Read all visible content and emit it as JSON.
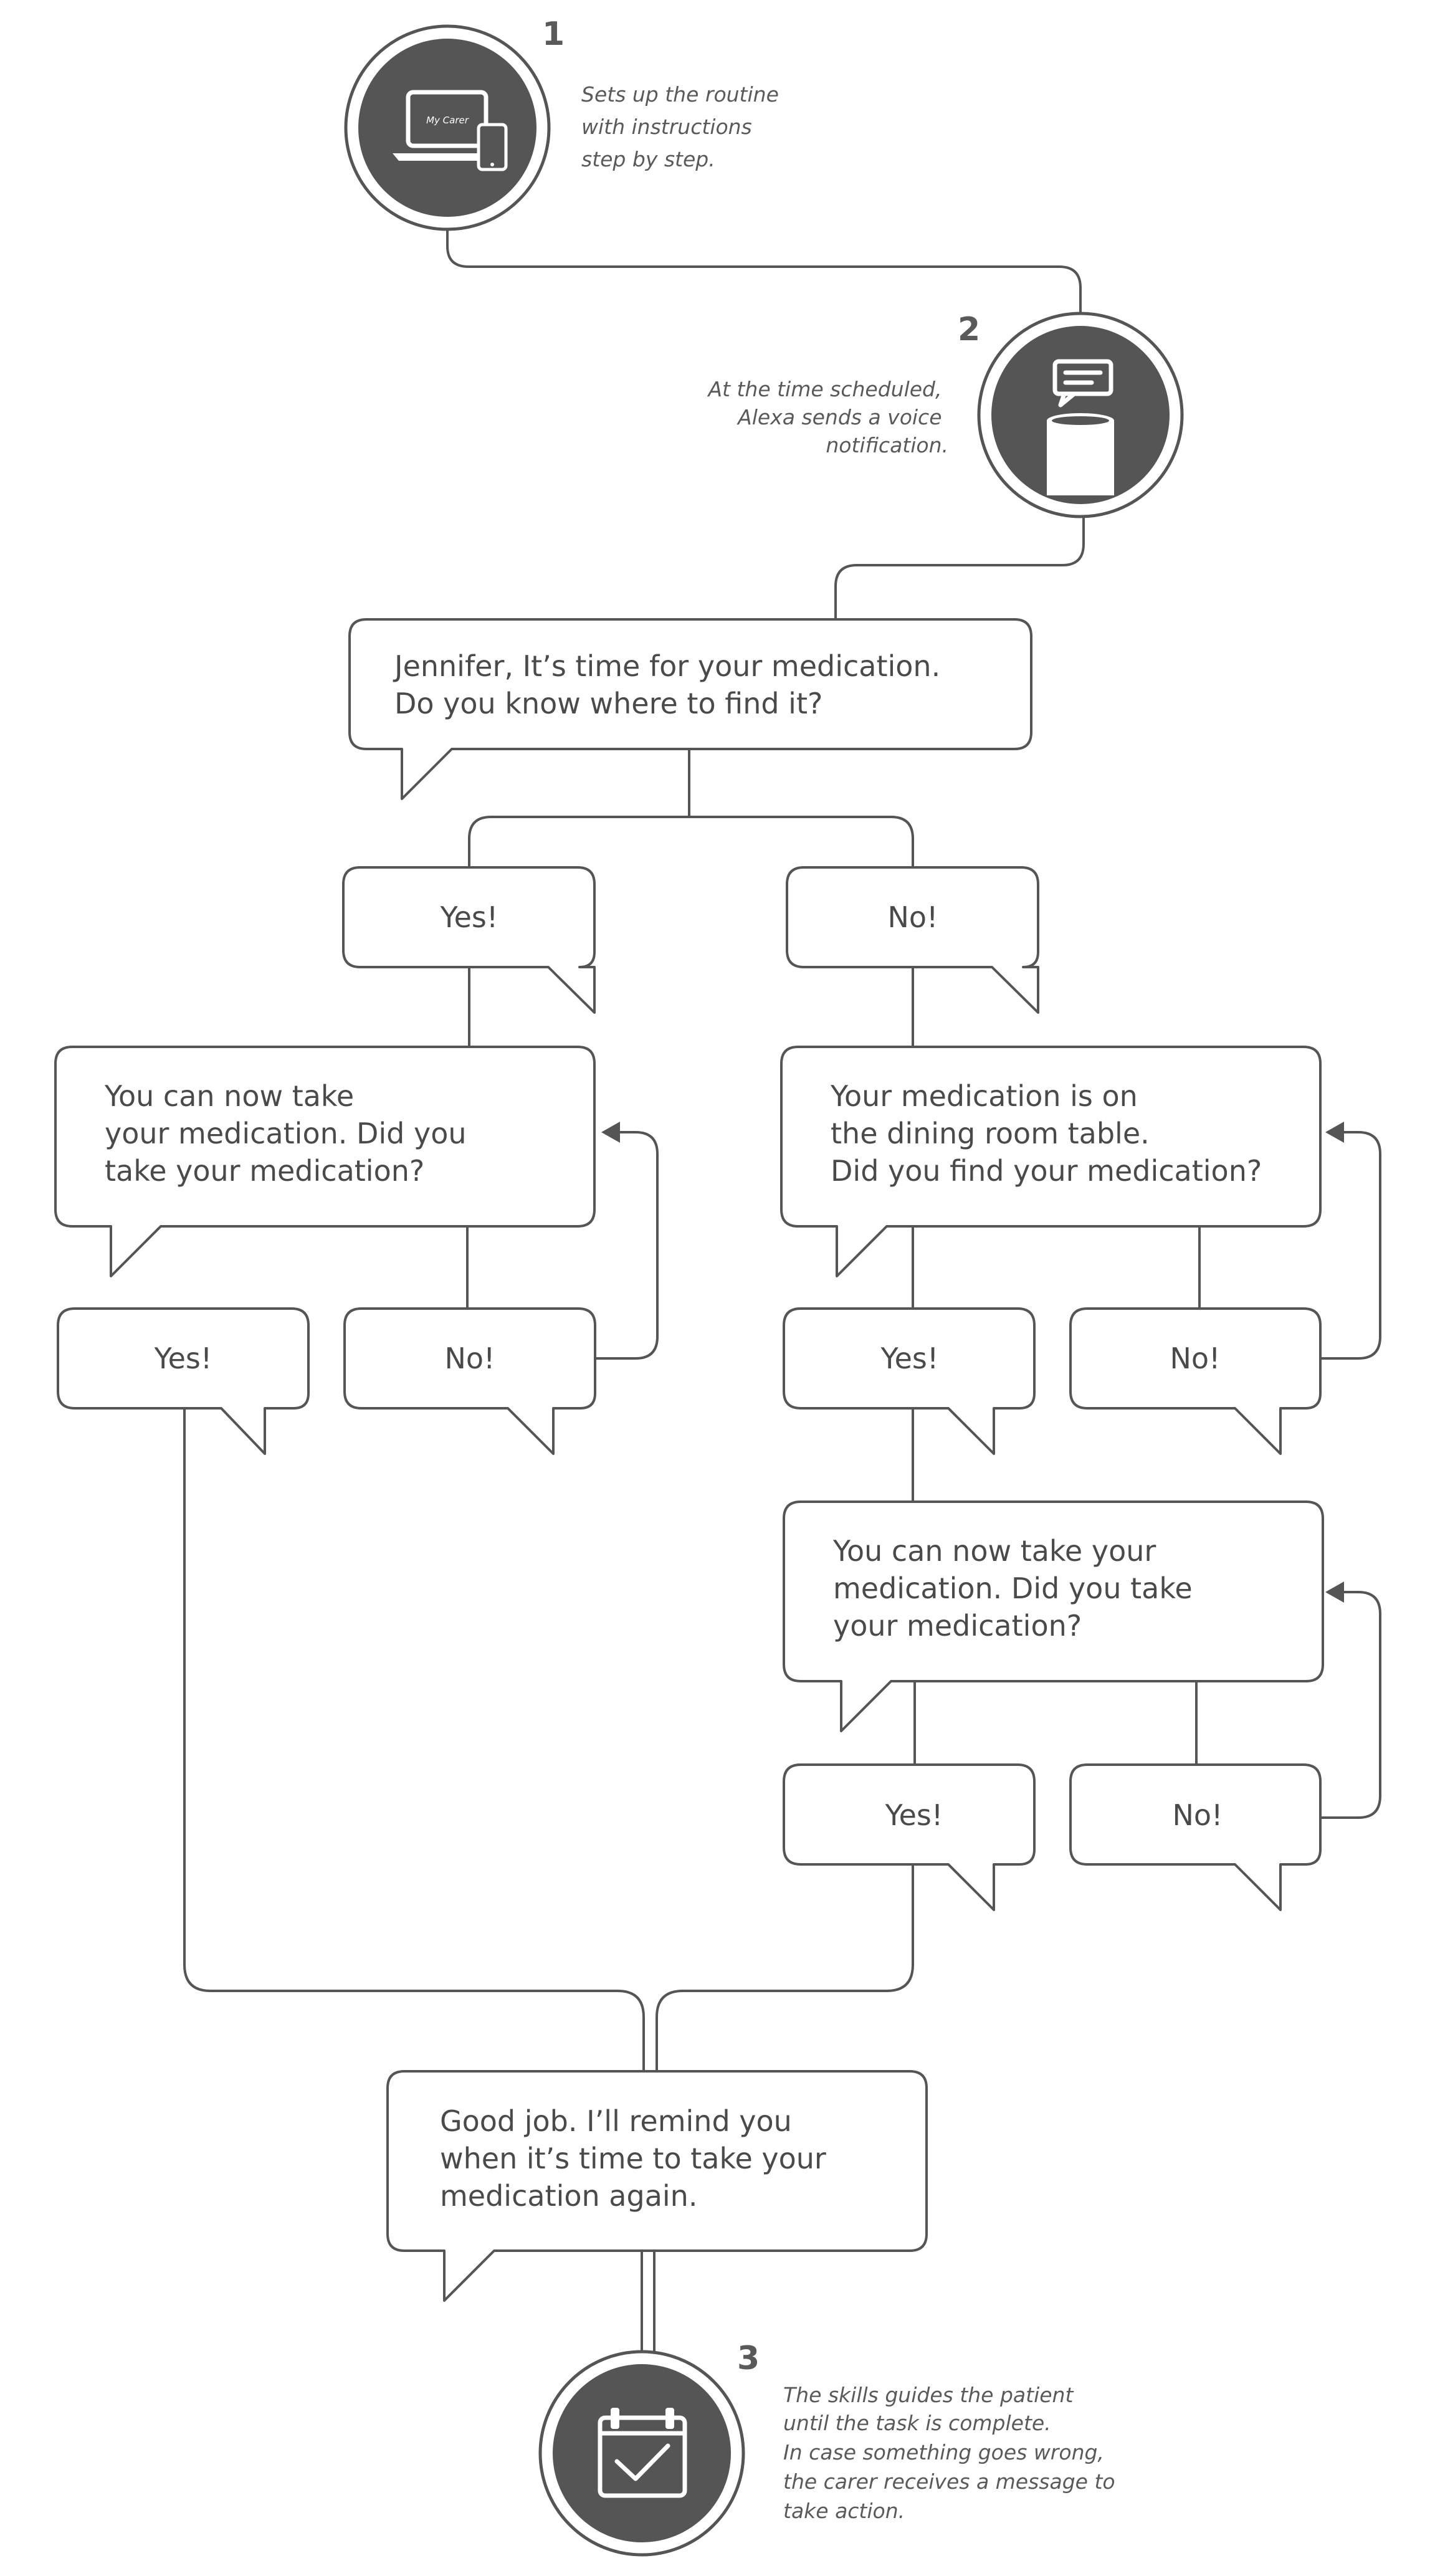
{
  "steps": [
    {
      "number": "1",
      "note": [
        "Sets up the routine",
        "with instructions",
        "step by step."
      ],
      "icon": "devices-icon",
      "screen_brand": "My Carer"
    },
    {
      "number": "2",
      "note": [
        "At the time scheduled,",
        "Alexa sends a voice",
        "notification."
      ],
      "icon": "smart-speaker-icon"
    },
    {
      "number": "3",
      "note": [
        "The skills guides the patient",
        "until the task is complete.",
        "In case something goes wrong,",
        "the carer receives a message to",
        "take action."
      ],
      "icon": "calendar-check-icon"
    }
  ],
  "bubbles": {
    "prompt": [
      "Jennifer,  It’s time for your medication.",
      "Do you know where to find it?"
    ],
    "yes_1": "Yes!",
    "no_1": "No!",
    "left_question": [
      "You can now take",
      "your medication. Did you",
      "take your medication?"
    ],
    "left_yes": "Yes!",
    "left_no": "No!",
    "right_question": [
      "Your medication is on",
      "the dining room table.",
      "Did you find your medication?"
    ],
    "right_yes": "Yes!",
    "right_no": "No!",
    "right_question_2": [
      "You can now take your",
      "medication. Did you take",
      "your medication?"
    ],
    "right2_yes": "Yes!",
    "right2_no": "No!",
    "final": [
      "Good job. I’ll remind you",
      "when it’s time to take your",
      "medication again."
    ]
  },
  "colors": {
    "stroke": "#555555",
    "disc": "#555555",
    "text": "#4a4a4a",
    "background": "#ffffff"
  }
}
